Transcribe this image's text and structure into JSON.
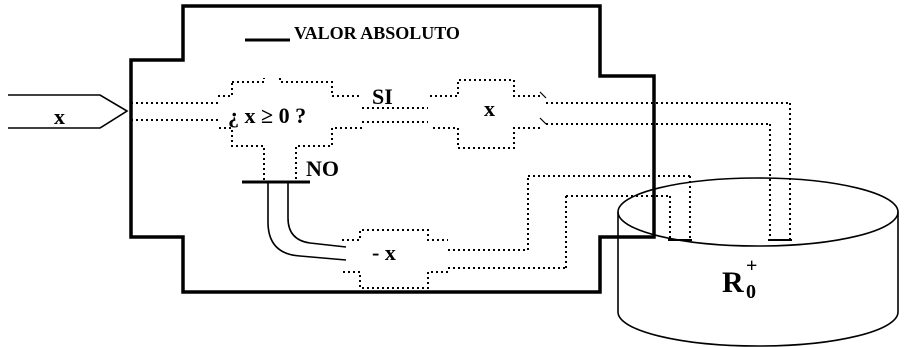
{
  "title": "VALOR ABSOLUTO",
  "input_label": "x",
  "condition": "¿ x ≥ 0 ?",
  "yes_label": "SI",
  "no_label": "NO",
  "yes_output": "x",
  "no_output": "- x",
  "container_label": "R",
  "container_superscript": "+",
  "container_subscript": "0"
}
